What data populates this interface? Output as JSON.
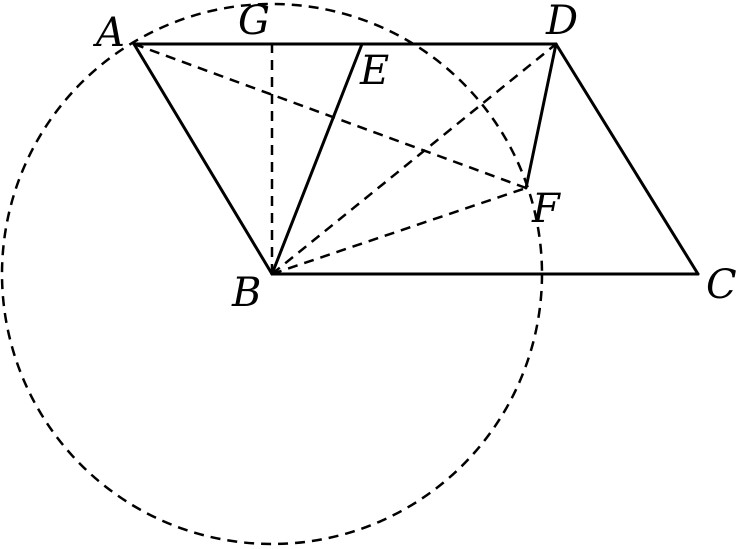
{
  "points": {
    "A": "A",
    "B": "B",
    "C": "C",
    "D": "D",
    "E": "E",
    "F": "F",
    "G": "G"
  },
  "colors": {
    "stroke": "#000000",
    "background": "#ffffff"
  }
}
